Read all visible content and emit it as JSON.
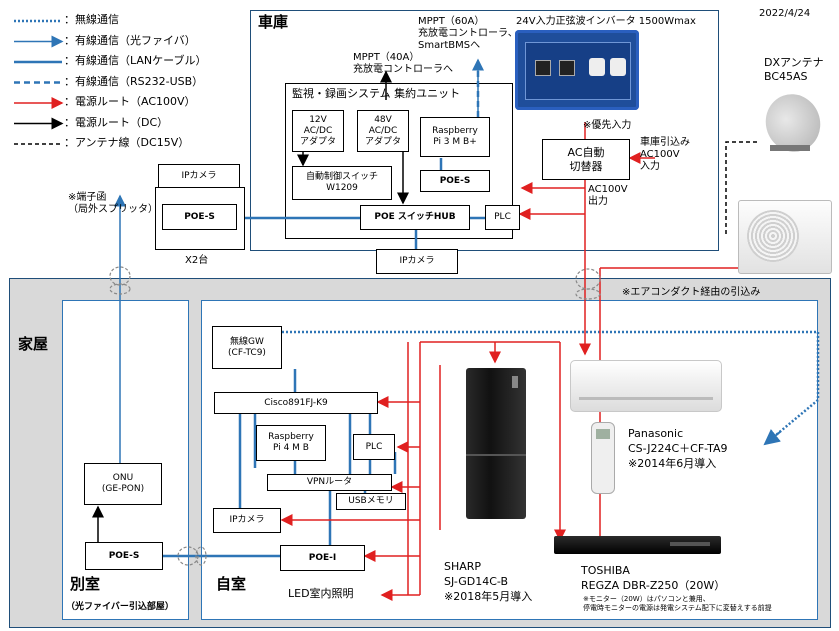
{
  "date": "2022/4/24",
  "legend": [
    {
      "label": "：無線通信",
      "color": "#2e75b6",
      "dash": "2,2",
      "arrow": false,
      "width": 2.5
    },
    {
      "label": "：有線通信（光ファイバ）",
      "color": "#2e75b6",
      "dash": "",
      "arrow": true,
      "width": 1.5
    },
    {
      "label": "：有線通信（LANケーブル）",
      "color": "#2e75b6",
      "dash": "",
      "arrow": false,
      "width": 2.5
    },
    {
      "label": "：有線通信（RS232-USB）",
      "color": "#2e75b6",
      "dash": "6,4",
      "arrow": false,
      "width": 2.5
    },
    {
      "label": "：電源ルート（AC100V）",
      "color": "#e02020",
      "dash": "",
      "arrow": true,
      "width": 1.5
    },
    {
      "label": "：電源ルート（DC）",
      "color": "#000000",
      "dash": "",
      "arrow": true,
      "width": 1.5
    },
    {
      "label": "：アンテナ線（DC15V）",
      "color": "#000000",
      "dash": "4,3",
      "arrow": false,
      "width": 1.5
    }
  ],
  "colors": {
    "wireless": "#2e75b6",
    "ac_power": "#e02020",
    "dc_power": "#000000",
    "house_bg": "#d9d9d9",
    "room_border": "#2e75b6"
  },
  "garage": {
    "title": "車庫",
    "mppt60": "MPPT（60A）\n充放電コントローラ、\nSmartBMSへ",
    "inverter_label": "24V入力正弦波インバータ 1500Wmax",
    "mppt40": "MPPT（40A）\n充放電コントローラへ",
    "system_title": "監視・録画システム 集約ユニット",
    "adapter12": "12V\nAC/DC\nアダプタ",
    "adapter48": "48V\nAC/DC\nアダプタ",
    "rpi3": "Raspberry\nPi 3 M B+",
    "poe_s_inner": "POE-S",
    "auto_switch": "自動制御スイッチ\nW1209",
    "poe_hub": "POE スイッチHUB",
    "plc": "PLC",
    "priority_input": "※優先入力",
    "ac_switch": "AC自動\n切替器",
    "garage_ac_in": "車庫引込み\nAC100V\n入力",
    "ac_out": "AC100V\n出力",
    "ipcam_bottom": "IPカメラ"
  },
  "outside": {
    "ipcam": "IPカメラ",
    "poe_s": "POE-S",
    "x2": "X2台",
    "terminal_box": "※端子函\n（局外スプリッタ）",
    "antenna_name": "DXアンテナ\nBC45AS",
    "aircon_note": "※エアコンダクト経由の引込み"
  },
  "house": {
    "title": "家屋",
    "annex": {
      "title": "別室",
      "subtitle": "（光ファイバー引込部屋）",
      "onu": "ONU\n(GE-PON)",
      "poe_s": "POE-S"
    },
    "myroom": {
      "title": "自室",
      "wireless_gw": "無線GW\n(CF-TC9)",
      "cisco": "Cisco891FJ-K9",
      "rpi4": "Raspberry\nPi 4 M B",
      "plc": "PLC",
      "vpn_router": "VPNルータ",
      "usb_memory": "USBメモリ",
      "ipcam": "IPカメラ",
      "poe_i": "POE-I",
      "led": "LED室内照明"
    },
    "sharp": "SHARP\nSJ-GD14C-B\n※2018年5月導入",
    "toshiba": "TOSHIBA\nREGZA DBR-Z250（20W）",
    "toshiba_note": "※モニター（20W）はパソコンと兼用、\n停電時モニターの電源は発電システム配下に変替えする前提",
    "panasonic": "Panasonic\nCS-J224C＋CF-TA9\n※2014年6月導入"
  }
}
